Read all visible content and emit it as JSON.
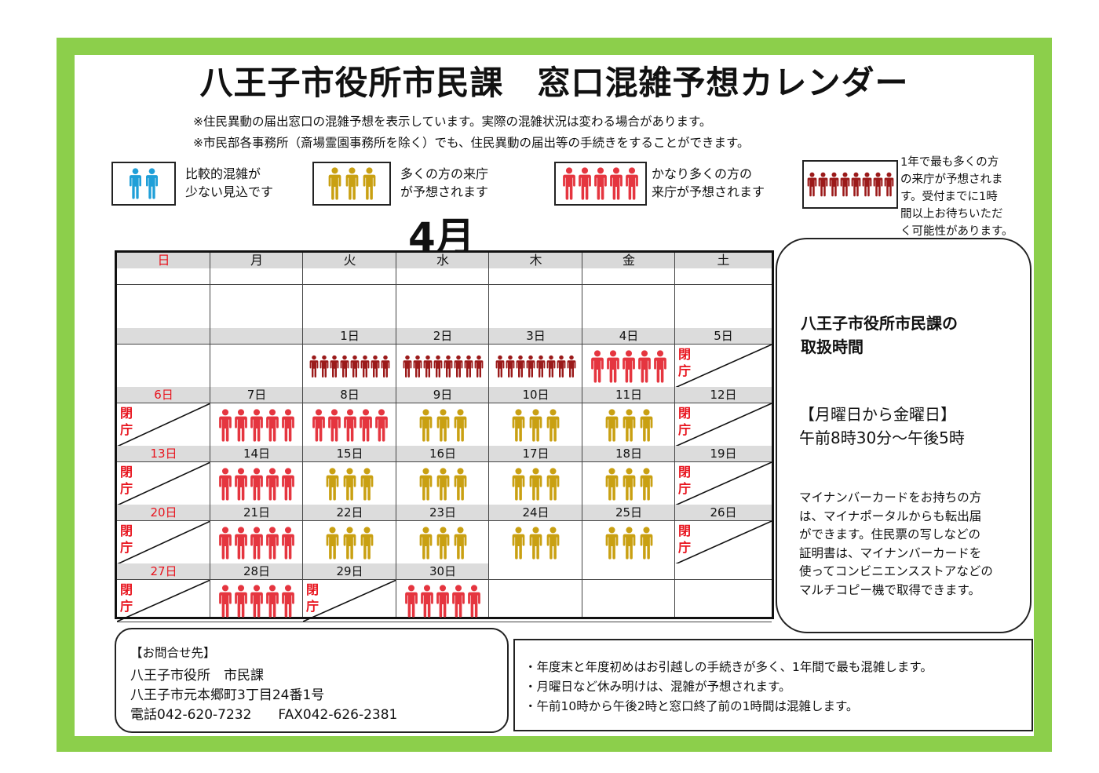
{
  "title": "八王子市役所市民課　窓口混雑予想カレンダー",
  "notes": [
    "※住民異動の届出窓口の混雑予想を表示しています。実際の混雑状況は変わる場合があります。",
    "※市民部各事務所（斎場霊園事務所を除く）でも、住民異動の届出等の手続きをすることができます。"
  ],
  "legend": [
    {
      "level": 1,
      "icon": "people-2-blue-icon",
      "color": "#1f9fd8",
      "count": 2,
      "lines": [
        "比較的混雑が",
        "少ない見込です"
      ]
    },
    {
      "level": 2,
      "icon": "people-3-gold-icon",
      "color": "#c9a012",
      "count": 3,
      "lines": [
        "多くの方の来庁",
        "が予想されます"
      ]
    },
    {
      "level": 3,
      "icon": "people-5-red-icon",
      "color": "#e5353f",
      "count": 5,
      "lines": [
        "かなり多くの方の",
        "来庁が予想されます"
      ]
    },
    {
      "level": 4,
      "icon": "people-8-darkred-icon",
      "color": "#9b1a1a",
      "count": 8,
      "lines": [
        "1年で最も多くの方",
        "の来庁が予想されま",
        "す。受付までに1時",
        "間以上お待ちいただ",
        "く可能性があります。"
      ]
    }
  ],
  "month": "4月",
  "weekdays": [
    "日",
    "月",
    "火",
    "水",
    "木",
    "金",
    "土"
  ],
  "closed_label": "閉庁",
  "weeks": [
    [
      null,
      null,
      null,
      null,
      null,
      null,
      null
    ],
    [
      null,
      null,
      {
        "d": "1日",
        "lv": 4
      },
      {
        "d": "2日",
        "lv": 4
      },
      {
        "d": "3日",
        "lv": 4
      },
      {
        "d": "4日",
        "lv": 3
      },
      {
        "d": "5日",
        "closed": true
      }
    ],
    [
      {
        "d": "6日",
        "closed": true
      },
      {
        "d": "7日",
        "lv": 3
      },
      {
        "d": "8日",
        "lv": 3
      },
      {
        "d": "9日",
        "lv": 2
      },
      {
        "d": "10日",
        "lv": 2
      },
      {
        "d": "11日",
        "lv": 2
      },
      {
        "d": "12日",
        "closed": true
      }
    ],
    [
      {
        "d": "13日",
        "closed": true
      },
      {
        "d": "14日",
        "lv": 3
      },
      {
        "d": "15日",
        "lv": 2
      },
      {
        "d": "16日",
        "lv": 2
      },
      {
        "d": "17日",
        "lv": 2
      },
      {
        "d": "18日",
        "lv": 2
      },
      {
        "d": "19日",
        "closed": true
      }
    ],
    [
      {
        "d": "20日",
        "closed": true
      },
      {
        "d": "21日",
        "lv": 3
      },
      {
        "d": "22日",
        "lv": 2
      },
      {
        "d": "23日",
        "lv": 2
      },
      {
        "d": "24日",
        "lv": 2
      },
      {
        "d": "25日",
        "lv": 2
      },
      {
        "d": "26日",
        "closed": true
      }
    ],
    [
      {
        "d": "27日",
        "closed": true
      },
      {
        "d": "28日",
        "lv": 3
      },
      {
        "d": "29日",
        "closed": true
      },
      {
        "d": "30日",
        "lv": 3
      },
      null,
      null,
      null
    ]
  ],
  "hours": {
    "title_lines": [
      "八王子市役所市民課の",
      "取扱時間"
    ],
    "days": "【月曜日から金曜日】",
    "time": "午前8時30分～午後5時",
    "note_lines": [
      "マイナンバーカードをお持ちの方",
      "は、マイナポータルからも転出届",
      "ができます。住民票の写しなどの",
      "証明書は、マイナンバーカードを",
      "使ってコンビニエンスストアなどの",
      "マルチコピー機で取得できます。"
    ]
  },
  "contact": {
    "heading": "【お問合せ先】",
    "org": "八王子市役所　市民課",
    "address": "八王子市元本郷町3丁目24番1号",
    "phone": "電話042-620-7232　　FAX042-626-2381"
  },
  "bullets": [
    "・年度末と年度初めはお引越しの手続きが多く、1年間で最も混雑します。",
    "・月曜日など休み明けは、混雑が予想されます。",
    "・午前10時から午後2時と窓口終了前の1時間は混雑します。"
  ]
}
